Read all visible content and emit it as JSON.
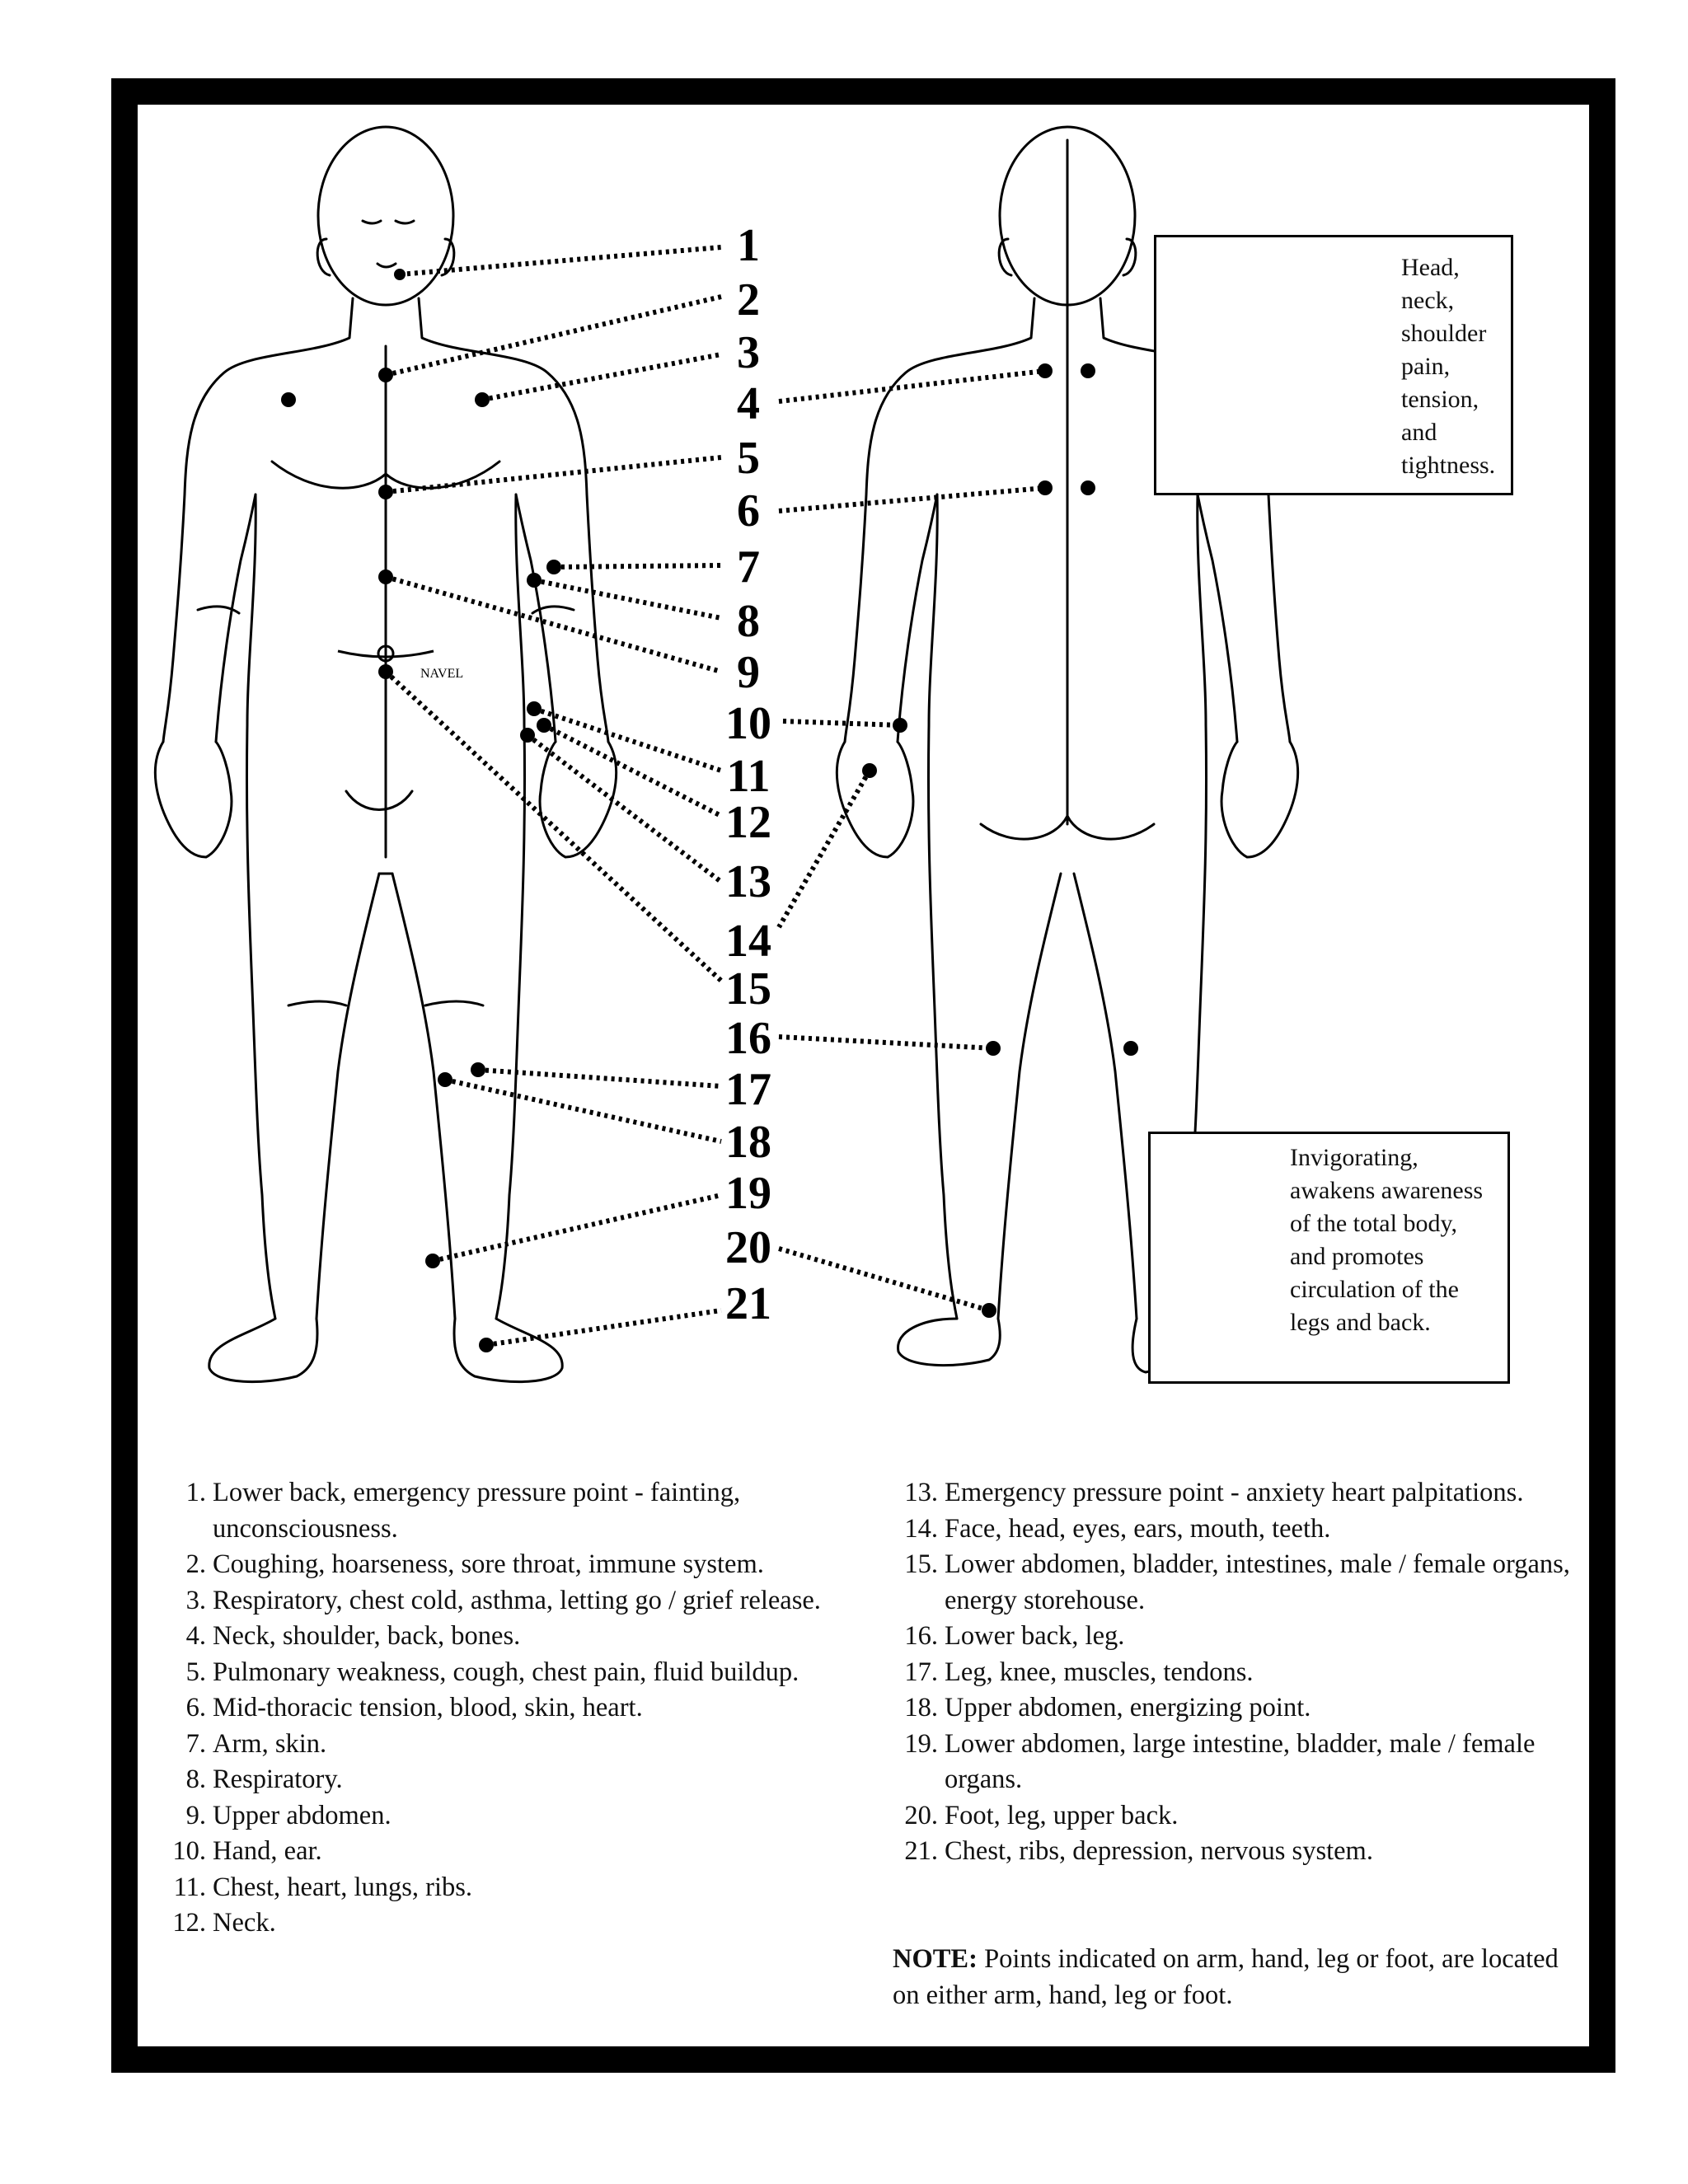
{
  "numbers": [
    "1",
    "2",
    "3",
    "4",
    "5",
    "6",
    "7",
    "8",
    "9",
    "10",
    "11",
    "12",
    "13",
    "14",
    "15",
    "16",
    "17",
    "18",
    "19",
    "20",
    "21"
  ],
  "navel_label": "NAVEL",
  "head_callout": "Head, neck, shoulder pain, tension, and tightness.",
  "foot_callout": "Invigorating, awakens awareness of the total body, and promotes circulation of the legs and back.",
  "legend_left": [
    {
      "index": "1.",
      "text": "Lower back, emergency pressure point - fainting, unconsciousness."
    },
    {
      "index": "2.",
      "text": "Coughing, hoarseness, sore throat, immune system."
    },
    {
      "index": "3.",
      "text": "Respiratory, chest cold, asthma, letting go / grief release."
    },
    {
      "index": "4.",
      "text": "Neck, shoulder, back, bones."
    },
    {
      "index": "5.",
      "text": "Pulmonary weakness, cough, chest pain, fluid buildup."
    },
    {
      "index": "6.",
      "text": "Mid-thoracic tension, blood, skin, heart."
    },
    {
      "index": "7.",
      "text": "Arm, skin."
    },
    {
      "index": "8.",
      "text": "Respiratory."
    },
    {
      "index": "9.",
      "text": "Upper abdomen."
    },
    {
      "index": "10.",
      "text": "Hand, ear."
    },
    {
      "index": "11.",
      "text": "Chest, heart, lungs, ribs."
    },
    {
      "index": "12.",
      "text": "Neck."
    }
  ],
  "legend_right": [
    {
      "index": "13.",
      "text": "Emergency pressure point - anxiety heart palpitations."
    },
    {
      "index": "14.",
      "text": "Face, head, eyes, ears, mouth, teeth."
    },
    {
      "index": "15.",
      "text": "Lower abdomen, bladder, intestines, male / female organs, energy storehouse."
    },
    {
      "index": "16.",
      "text": "Lower back, leg."
    },
    {
      "index": "17.",
      "text": "Leg, knee, muscles, tendons."
    },
    {
      "index": "18.",
      "text": "Upper abdomen, energizing point."
    },
    {
      "index": "19.",
      "text": "Lower abdomen, large intestine, bladder, male / female organs."
    },
    {
      "index": "20.",
      "text": "Foot, leg, upper back."
    },
    {
      "index": "21.",
      "text": "Chest, ribs, depression, nervous system."
    }
  ],
  "note": {
    "label": "NOTE:",
    "text": " Points indicated on arm, hand, leg or foot, are located on either arm, hand, leg or foot."
  }
}
